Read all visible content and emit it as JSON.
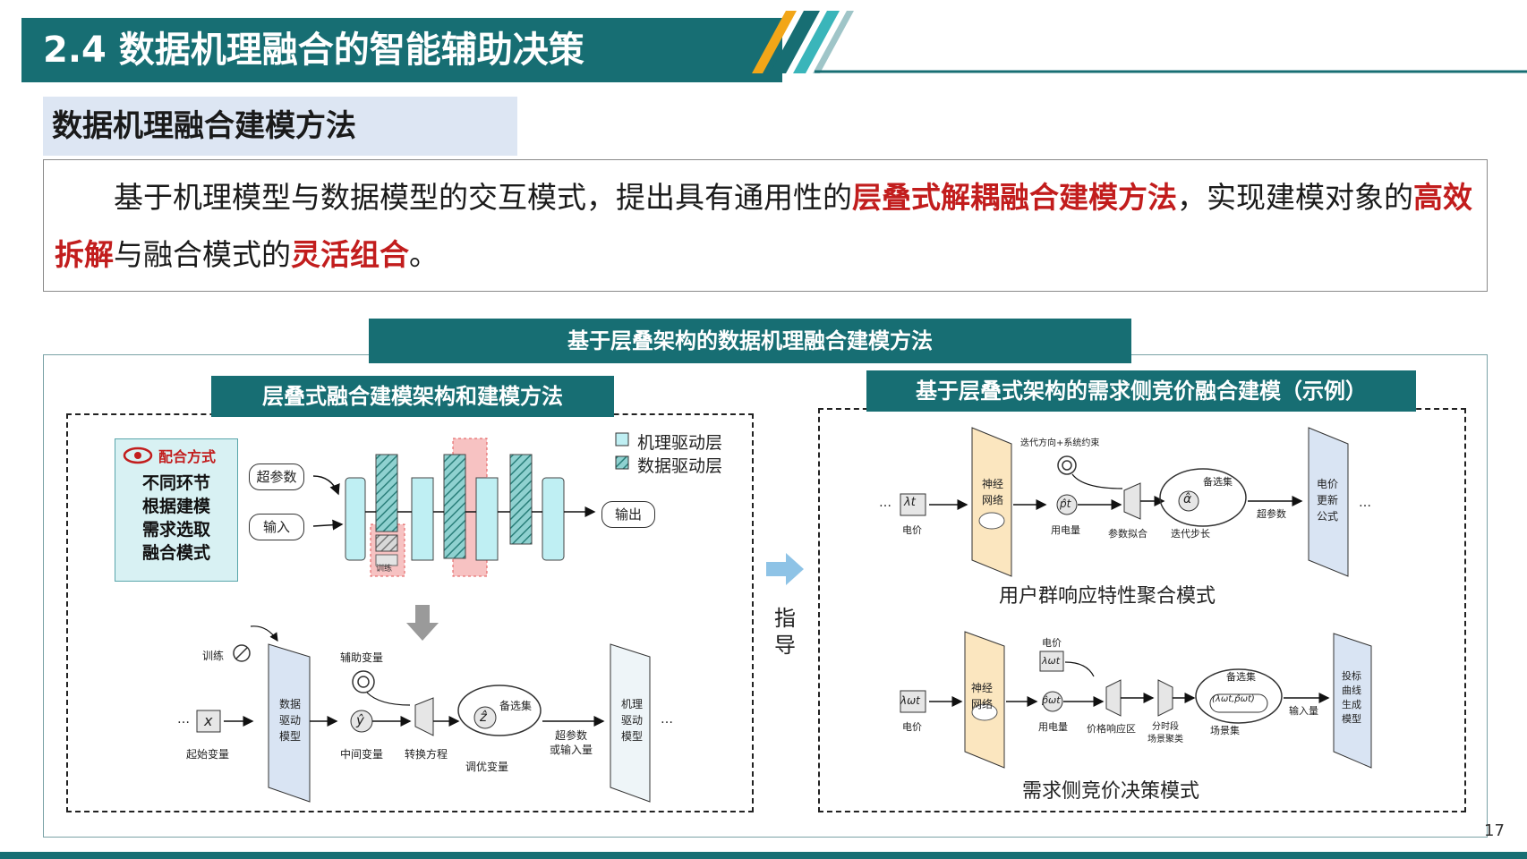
{
  "slide": {
    "title": "2.4 数据机理融合的智能辅助决策",
    "subheading": "数据机理融合建模方法",
    "page_number": "17"
  },
  "description": {
    "indent": "　　",
    "part1": "基于机理模型与数据模型的交互模式，提出具有通用性的",
    "highlight1": "层叠式解耦融合建模方法",
    "part2": "，实现建模对象的",
    "highlight2": "高效拆解",
    "part3": "与融合模式的",
    "highlight3": "灵活组合",
    "part4": "。"
  },
  "diagram": {
    "main_title": "基于层叠架构的数据机理融合建模方法",
    "left_panel": {
      "title": "层叠式融合建模架构和建模方法",
      "combo": {
        "icon": "eye-icon",
        "label": "配合方式",
        "lines": [
          "不同环节",
          "根据建模",
          "需求选取",
          "融合模式"
        ]
      },
      "legend": {
        "mechanism": "机理驱动层",
        "data": "数据驱动层"
      },
      "nodes": {
        "hyper": "超参数",
        "input": "输入",
        "output": "输出",
        "inner": "训练"
      },
      "bottom": {
        "train": "训练",
        "aux_var": "辅助变量",
        "ellipsis": "…",
        "x": "x",
        "start_var": "起始变量",
        "data_model": [
          "数据",
          "驱动",
          "模型"
        ],
        "y": "ŷ",
        "mid_var": "中间变量",
        "convert": "转换方程",
        "candidates": "备选集",
        "z": "ẑ",
        "tune_var": "调优变量",
        "hyper_or_input": [
          "超参数",
          "或输入量"
        ],
        "mech_model": [
          "机理",
          "驱动",
          "模型"
        ]
      }
    },
    "guide": {
      "chars": [
        "指",
        "导"
      ]
    },
    "right_panel": {
      "title": "基于层叠式架构的需求侧竞价融合建模（示例）",
      "top": {
        "ellipsis": "…",
        "lambda": "λt",
        "price": "电价",
        "nn": [
          "神经",
          "网络"
        ],
        "iter": "迭代方向+系统约束",
        "p": "p̂t",
        "power": "用电量",
        "fit": "参数拟合",
        "candidates": "备选集",
        "alpha": "α̂",
        "step": "迭代步长",
        "hyper": "超参数",
        "formula": [
          "电价",
          "更新",
          "公式"
        ],
        "caption": "用户群响应特性聚合模式"
      },
      "bottom": {
        "lambda": "λωt",
        "price": "电价",
        "nn": [
          "神经",
          "网络"
        ],
        "price2": "电价",
        "lambda2": "λωt",
        "p": "p̂ωt",
        "power": "用电量",
        "resp": "价格响应区",
        "cluster": [
          "分时段",
          "场景聚类"
        ],
        "candidates": "备选集",
        "pair": "(λωt,p̂ωt)",
        "scene": "场景集",
        "input": "输入量",
        "bid": [
          "投标",
          "曲线",
          "生成",
          "模型"
        ],
        "caption": "需求侧竞价决策模式"
      }
    }
  },
  "colors": {
    "teal": "#176e73",
    "highlight_red": "#c21d1d",
    "mechanism_layer": "#bfeff3",
    "data_layer": "#3c9c96",
    "nn_fill": "#fbe6bf",
    "formula_fill": "#d9e4f3",
    "guide_arrow": "#8ec3e6"
  }
}
